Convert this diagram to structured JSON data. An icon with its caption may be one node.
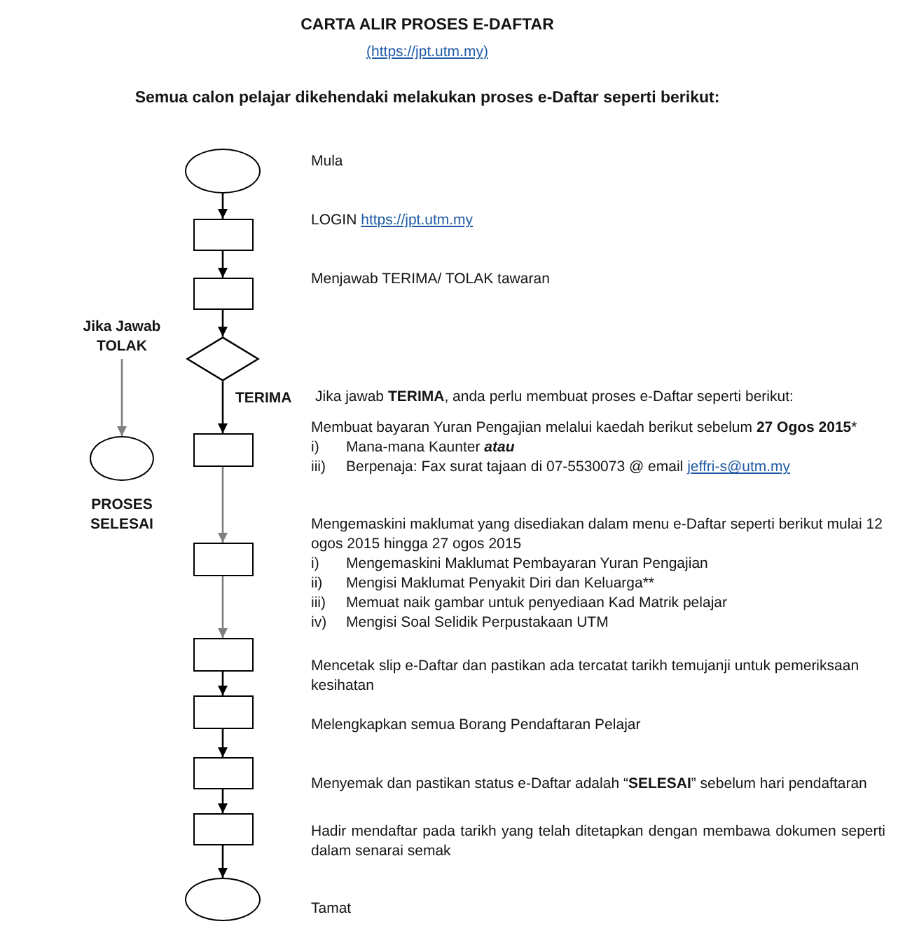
{
  "diagram": {
    "title": "CARTA ALIR PROSES E-DAFTAR",
    "nodes": [
      {
        "text": [],
        "shape": "ellipse",
        "beside": [
          "Mula"
        ]
      },
      {
        "text": [],
        "shape": "box",
        "beside": [
          "LOGIN",
          "https://jpt.utm.my"
        ]
      },
      {
        "text": [],
        "shape": "box",
        "beside": [
          "Menjawab TERIMA/ TOLAK tawaran"
        ]
      },
      {
        "text": [
          "Jika Jawab TOLAK"
        ]
      },
      {
        "text": [],
        "shape": "diamond"
      },
      {
        "text": [],
        "shape": "ellipse",
        "beside": [
          "PROSES SELESAI"
        ]
      },
      {
        "text": [],
        "shape": "box",
        "beside": [
          "Membuat bayaran Yuran Pengajian melalui kaedah berikut sebelum **27 Ogos 2015***",
          "i) Mana-mana Kaunter *atau*",
          "iii) Berpenaja: Fax surat tajaan di 07-5530073 @ email",
          "jeffri-s@utm.my"
        ]
      },
      {
        "text": [],
        "shape": "box",
        "beside": [
          "Mengemaskini maklumat yang disediakan dalam menu e-Daftar seperti berikut mulai 12 ogos 2015 hingga 27 ogos 2015",
          "i) Mengemaskini Maklumat Pembayaran Yuran Pengajian",
          "ii) Mengisi Maklumat Penyakit Diri dan Keluarga**",
          "iii) Memuat naik gambar untuk penyediaan Kad Matrik pelajar",
          "iv) Mengisi Soal Selidik Perpustakaan UTM"
        ]
      },
      {
        "text": [],
        "shape": "box",
        "beside": [
          "Mencetak slip e-Daftar dan pastikan ada tercatat tarikh temujanji untuk pemeriksaan kesihatan"
        ]
      },
      {
        "text": [],
        "shape": "box",
        "beside": [
          "Melengkapkan semua Borang Pendaftaran Pelajar"
        ]
      },
      {
        "text": [],
        "shape": "box",
        "beside": [
          "Menyemak dan pastikan status e-Daftar adalah “**SELESAI**” sebelum hari pendaftaran"
        ]
      },
      {
        "text": [],
        "shape": "box",
        "beside": [
          "Hadir mendaftar pada tarikh yang telah ditetapkan dengan membawa dokumen seperti dalam senarai semak"
        ]
      },
      {
        "text": [],
        "shape": "ellipse",
        "beside": [
          "Tamat"
        ]
      }
    ],
    "edges": [
      {
        "from": 0,
        "to": 1,
        "arrow": "to"
      },
      {
        "from": 1,
        "to": 2,
        "arrow": "to"
      },
      {
        "from": 2,
        "to": 4,
        "arrow": "to"
      },
      {
        "from": 3,
        "to": 5,
        "arrow": "to",
        "color": "#7f7f7f"
      },
      {
        "from": 4,
        "to": 6,
        "arrow": "to",
        "label": "TERIMA"
      },
      {
        "from": 6,
        "to": 7,
        "arrow": "to",
        "color": "#7f7f7f"
      },
      {
        "from": 7,
        "to": 8,
        "arrow": "to",
        "color": "#7f7f7f"
      },
      {
        "from": 8,
        "to": 9,
        "arrow": "to"
      },
      {
        "from": 9,
        "to": 10,
        "arrow": "to"
      },
      {
        "from": 10,
        "to": 11,
        "arrow": "to"
      },
      {
        "from": 11,
        "to": 12,
        "arrow": "to"
      }
    ],
    "labels": [
      "(https://jpt.utm.my)",
      "Semua calon pelajar dikehendaki melakukan proses e-Daftar seperti berikut:",
      "Jika jawab **TERIMA**, anda perlu membuat proses e-Daftar seperti berikut:"
    ]
  }
}
